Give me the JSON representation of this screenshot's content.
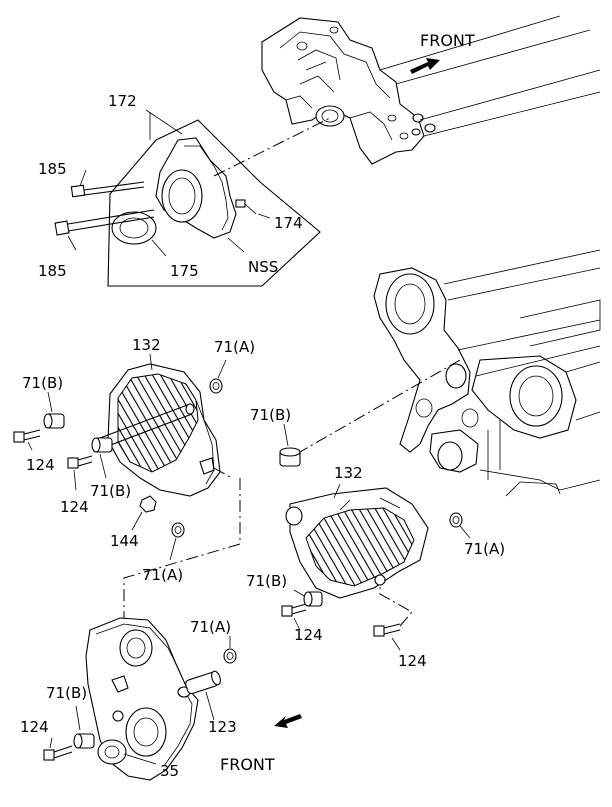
{
  "labels": {
    "front_top": "FRONT",
    "front_bottom": "FRONT",
    "p172": "172",
    "p185a": "185",
    "p185b": "185",
    "p174": "174",
    "p175": "175",
    "nss": "NSS",
    "p132a": "132",
    "p71a_1": "71(A)",
    "p71b_1": "71(B)",
    "p124_1": "124",
    "p124_2": "124",
    "p71b_2": "71(B)",
    "p144": "144",
    "p71a_2": "71(A)",
    "p71b_3": "71(B)",
    "p132b": "132",
    "p71a_3": "71(A)",
    "p71b_4": "71(B)",
    "p124_3": "124",
    "p124_4": "124",
    "p71a_4": "71(A)",
    "p71b_5": "71(B)",
    "p124_5": "124",
    "p123": "123",
    "p35": "35"
  }
}
